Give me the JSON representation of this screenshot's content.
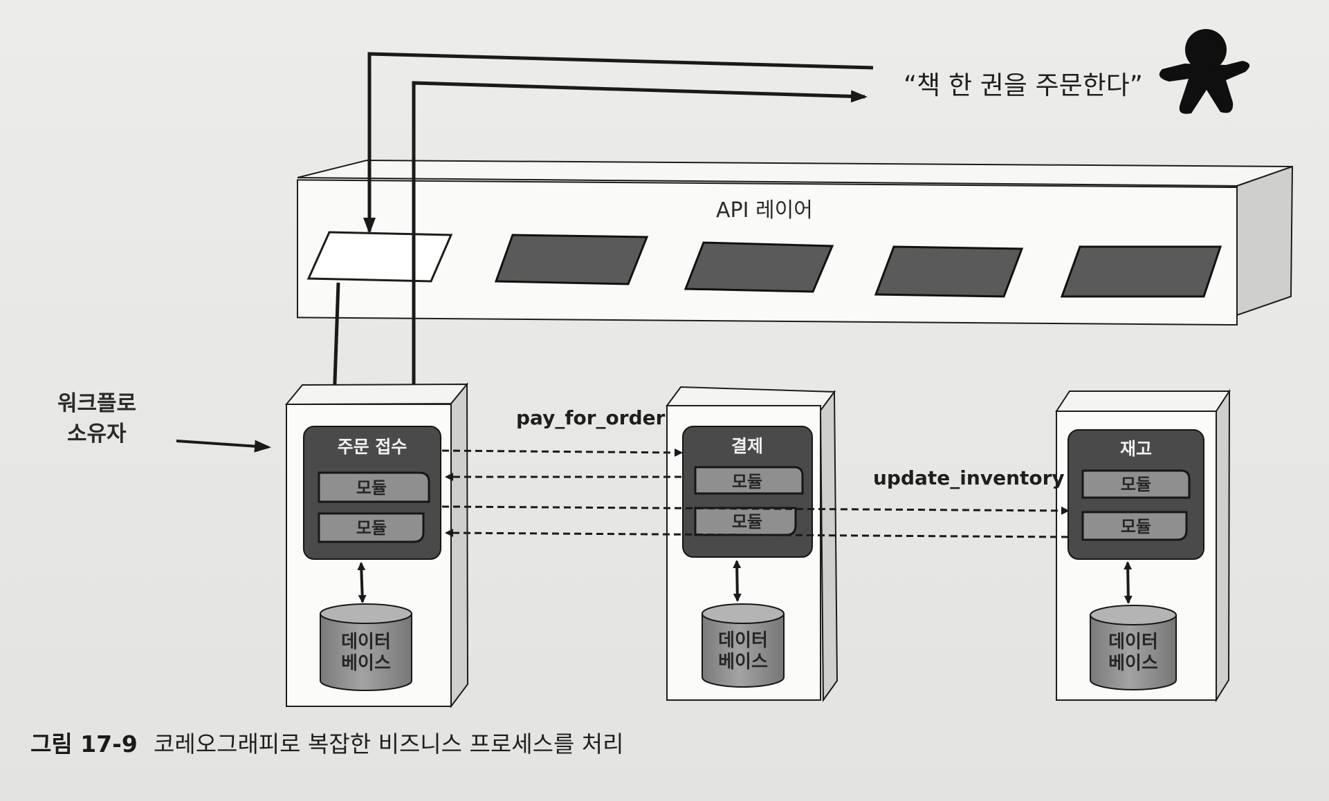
{
  "quote": "“책 한 권을 주문한다”",
  "api_layer": {
    "label": "API 레이어"
  },
  "workflow_owner": {
    "line1": "워크플로",
    "line2": "소유자"
  },
  "messages": {
    "pay": "pay_for_order",
    "inventory": "update_inventory"
  },
  "services": [
    {
      "title": "주문 접수",
      "modules": [
        "모듈",
        "모듈"
      ],
      "database": [
        "데이터",
        "베이스"
      ]
    },
    {
      "title": "결제",
      "modules": [
        "모듈",
        "모듈"
      ],
      "database": [
        "데이터",
        "베이스"
      ]
    },
    {
      "title": "재고",
      "modules": [
        "모듈",
        "모듈"
      ],
      "database": [
        "데이터",
        "베이스"
      ]
    }
  ],
  "caption": {
    "number": "그림 17-9",
    "text": "코레오그래피로 복잡한 비즈니스 프로세스를 처리"
  },
  "colors": {
    "service_inner": "#4a4a4a",
    "module_fill": "#8f8f8f",
    "endpoint_fill": "#5a5a5a",
    "database_fill": "#8a8a8a",
    "active_endpoint": "#ffffff"
  }
}
